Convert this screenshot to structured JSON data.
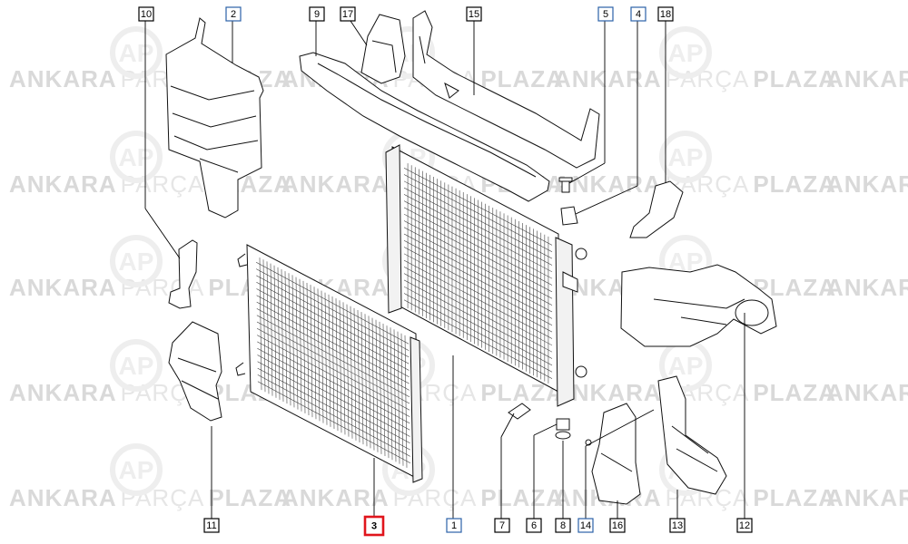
{
  "watermark": {
    "brand_bold_1": "ANKARA",
    "brand_light": "PARÇA",
    "brand_bold_2": "PLAZA",
    "logo_text": "AP",
    "color_bold": "#d9d9d9",
    "color_light": "#e6e6e6"
  },
  "callouts": [
    {
      "id": "c10",
      "label": "10",
      "style": "black"
    },
    {
      "id": "c2",
      "label": "2",
      "style": "blue"
    },
    {
      "id": "c9",
      "label": "9",
      "style": "black"
    },
    {
      "id": "c17",
      "label": "17",
      "style": "black"
    },
    {
      "id": "c15",
      "label": "15",
      "style": "black"
    },
    {
      "id": "c5",
      "label": "5",
      "style": "blue"
    },
    {
      "id": "c4",
      "label": "4",
      "style": "blue"
    },
    {
      "id": "c18",
      "label": "18",
      "style": "black"
    },
    {
      "id": "c11",
      "label": "11",
      "style": "black"
    },
    {
      "id": "c3",
      "label": "3",
      "style": "red"
    },
    {
      "id": "c1",
      "label": "1",
      "style": "blue"
    },
    {
      "id": "c7",
      "label": "7",
      "style": "black"
    },
    {
      "id": "c6",
      "label": "6",
      "style": "black"
    },
    {
      "id": "c8",
      "label": "8",
      "style": "black"
    },
    {
      "id": "c14",
      "label": "14",
      "style": "blue"
    },
    {
      "id": "c16",
      "label": "16",
      "style": "black"
    },
    {
      "id": "c13",
      "label": "13",
      "style": "black"
    },
    {
      "id": "c12",
      "label": "12",
      "style": "black"
    }
  ],
  "colors": {
    "highlight": "#e0151c",
    "blue_callout": "#2b62a8",
    "line": "#111111"
  }
}
